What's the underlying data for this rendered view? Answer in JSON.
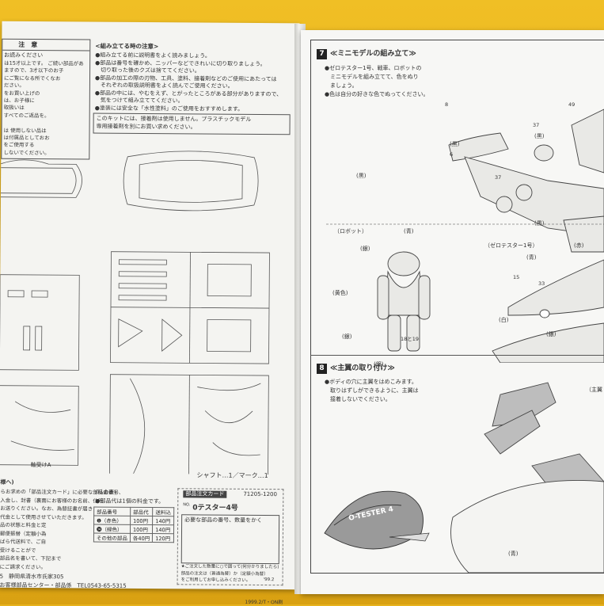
{
  "left_page": {
    "caution_header": "注　意",
    "caution_sub": "お読みください",
    "caution_lines": [
      "は15才以上です。 ご続い部品があ",
      "ますので、3才以下のお子",
      "にご覧になる所でくなお",
      "ださい。",
      "をお買い上げの",
      "は、お子様に",
      "取扱いは",
      "すべてのご返品を。",
      "　",
      "は 使用しない品は",
      "は付属品としておお",
      "をご使用する",
      "しないでください。"
    ],
    "assembly_title": "<組み立てる時の注意>",
    "assembly_lines": [
      "●組み立てる前に説明書をよく読みましょう。",
      "●部品は番号を確かめ、ニッパーなどできれいに切り取りましょう。",
      "　切り取った後のクズは捨ててください。",
      "●部品の加工の際の刃物、工具、塗料、接着剤などのご使用にあたっては",
      "　それぞれの取扱説明書をよく読んでご使用ください。",
      "●部品の中には、やむをえず、とがったところがある部分がありますので、",
      "　気をつけて組み立ててください。",
      "●塗装には安全な「水性塗料」のご使用をおすすめします。"
    ],
    "glue_note_1": "このキットには、接着剤は使用しません。プラスチックモデル",
    "glue_note_2": "専用接着剤を別にお買い求めください。",
    "shaft_mark": "シャフト…1／マーク…1",
    "bearing_label": "軸受けA",
    "order_title": "様へ)",
    "order_lines": [
      "らお求めの「部品注文カード」に必要な部品の番号、",
      "入金し、封書（裏面にお客様のお名前、住所、",
      "お送りください。なお、為替証書が届き",
      "代金として使用させていただきます。",
      "品の状態と料金と定",
      "郵便振替（定額小為",
      "ばら代送料で、ご自",
      "受けることがで",
      "部品名を書いて、下記まで",
      "にご請求ください。"
    ],
    "address_line": "5　静岡県清水市氏家305",
    "service_line": "お客様部品センター・部品係　TEL0543-65-5315",
    "fee_title": "(料金表)",
    "fee_note": "●部品代は1個の料金です。",
    "fee_table": [
      [
        "部品番号",
        "部品代",
        "送料込"
      ],
      [
        "❶（赤色）",
        "100円",
        "140円"
      ],
      [
        "⓮（緑色）",
        "100円",
        "140円"
      ],
      [
        "その他の部品",
        "各40円",
        "120円"
      ]
    ],
    "card_title": "部品注文カード",
    "card_code": "71205-1200",
    "card_no_label": "NO.",
    "card_product": "0テスター4号",
    "card_instr": "必要な部品の番号、数量をかく",
    "card_check": "★ご注文した数量に○で囲って(何分かりましたら)",
    "card_note_1": "部品の注文は（普通為替）か（定額小為替）",
    "card_note_2": "をご利用してお申し込みください。",
    "card_year": "'99.2",
    "footer_code": "1999.2/T・ON刷"
  },
  "right_page": {
    "step7": {
      "number": "7",
      "title": "≪ミニモデルの組み立て≫",
      "lines": [
        "●ゼロテスター1号、戦車、ロボットの",
        "　ミニモデルを組み立てて、色をぬり",
        "　ましょう。",
        "●色は自分の好きな色でぬってください。"
      ],
      "robot_label": "（ロボット）",
      "zero_label": "（ゼロテスター1号）",
      "colors": [
        "(青)",
        "(銀)",
        "(黄色)",
        "(銀)",
        "(銀)",
        "(黒)",
        "(黒)",
        "(赤)",
        "(青)",
        "(白)",
        "(黒)",
        "(黒)",
        "(銀)"
      ],
      "part_nums": [
        "49",
        "8",
        "6",
        "37",
        "37",
        "15",
        "33",
        "18と19"
      ]
    },
    "step8": {
      "number": "8",
      "title": "≪主翼の取り付け≫",
      "lines": [
        "●ボディの穴に主翼をはめこみます。",
        "　取りはずしができるように、主翼は",
        "　接着しないでください。"
      ],
      "wing_label": "（主翼",
      "body_label": "(青)",
      "tester_text": "O-TESTER 4"
    }
  }
}
